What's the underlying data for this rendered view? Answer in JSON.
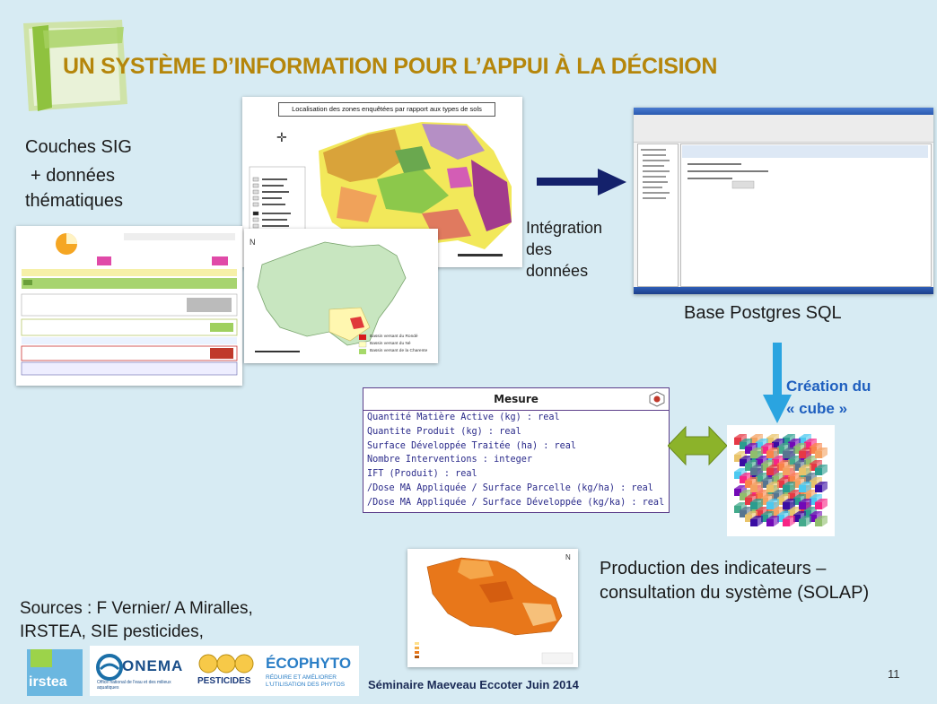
{
  "slide": {
    "title": "UN SYSTÈME D’INFORMATION POUR L’APPUI À LA DÉCISION",
    "page_number": "11",
    "footer": "Séminaire Maeveau Eccoter Juin 2014"
  },
  "labels": {
    "couches_line1": "Couches SIG",
    "couches_line2": "+ données",
    "couches_line3": "thématiques",
    "integration_line1": "Intégration",
    "integration_line2": "des",
    "integration_line3": "données",
    "base": "Base Postgres  SQL",
    "creation_line1": "Création du",
    "creation_line2": "« cube »",
    "production_line1": "Production des indicateurs –",
    "production_line2": "consultation du système (SOLAP)",
    "sources_line1": "Sources : F Vernier/ A Miralles,",
    "sources_line2": "IRSTEA, SIE pesticides,"
  },
  "map_soils": {
    "title": "Localisation des zones enquêtées par rapport aux types de sols"
  },
  "map_basins": {
    "legend": [
      "Bassin versant du Rondé",
      "Bassin versant du Né",
      "Bassin versant de la Charente"
    ],
    "colors": [
      "#d7191c",
      "#ffffbf",
      "#a6d96a"
    ]
  },
  "uml": {
    "title": "Mesure",
    "attributes": [
      "Quantité Matière Active (kg) : real",
      "Quantite Produit (kg) : real",
      "Surface Développée Traitée (ha) : real",
      "Nombre Interventions : integer",
      "IFT (Produit) : real",
      "/Dose MA Appliquée / Surface Parcelle (kg/ha) : real",
      "/Dose MA Appliquée / Surface Développée (kg/ka) : real"
    ]
  },
  "logos": {
    "irstea": "irstea",
    "onema": "ONEMA",
    "onema_sub": "Office national de l'eau et des milieux aquatiques",
    "pesticides": "PESTICIDES",
    "ecophyto": "ÉCOPHYTO",
    "ecophyto_sub": "RÉDUIRE ET AMÉLIORER L'UTILISATION DES PHYTOS"
  },
  "colors": {
    "title": "#b5860b",
    "arrow_dark": "#14216b",
    "arrow_blue": "#2aa4e0",
    "creation_text": "#1f5fbf",
    "double_arrow": "#8cb32a"
  }
}
